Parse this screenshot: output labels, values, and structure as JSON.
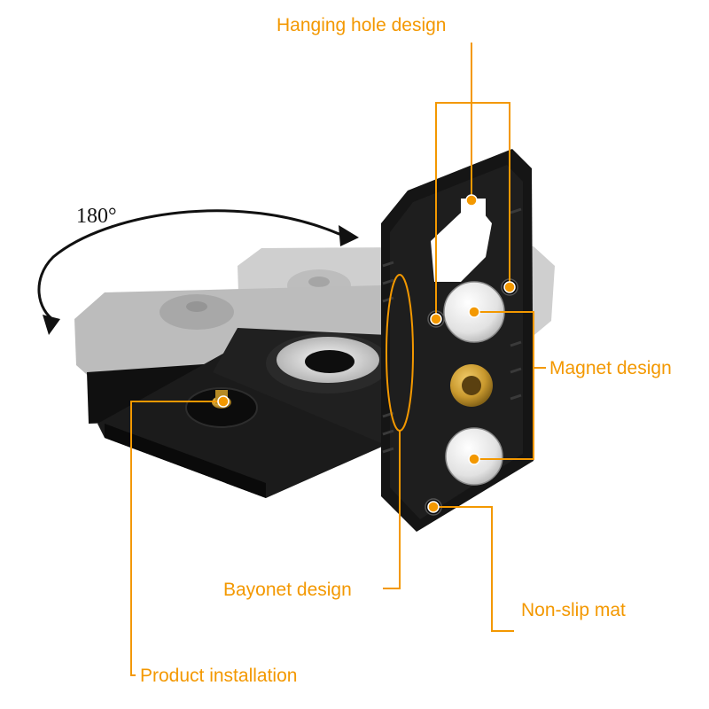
{
  "colors": {
    "accent": "#F39800",
    "body": "#1b1b1b",
    "ghost": "#b8b8b8",
    "magnet": "#e4e4e4",
    "brass": "#c9992e",
    "background": "#ffffff"
  },
  "rotation_label": "180°",
  "callouts": {
    "hanging_hole": "Hanging hole design",
    "magnet": "Magnet design",
    "bayonet": "Bayonet design",
    "non_slip": "Non-slip mat",
    "installation": "Product installation"
  }
}
